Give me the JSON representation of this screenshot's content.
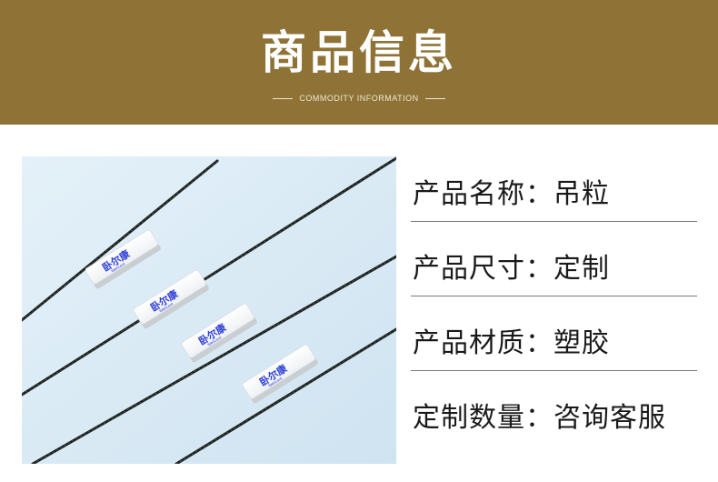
{
  "banner": {
    "title": "商品信息",
    "subtitle": "COMMODITY INFORMATION"
  },
  "photo": {
    "brand_mark": "卧尔康",
    "brand_latin": "Wellcare"
  },
  "info_rows": [
    {
      "label": "产品名称",
      "separator": "：",
      "value": "吊粒"
    },
    {
      "label": "产品尺寸",
      "separator": "：",
      "value": "定制"
    },
    {
      "label": "产品材质",
      "separator": "：",
      "value": "塑胶"
    },
    {
      "label": "定制数量",
      "separator": "：",
      "value": "咨询客服"
    }
  ],
  "colors": {
    "banner": "#8f7336",
    "photo_background": "#d9ebf6",
    "logo_blue": "#2d3ed6"
  }
}
